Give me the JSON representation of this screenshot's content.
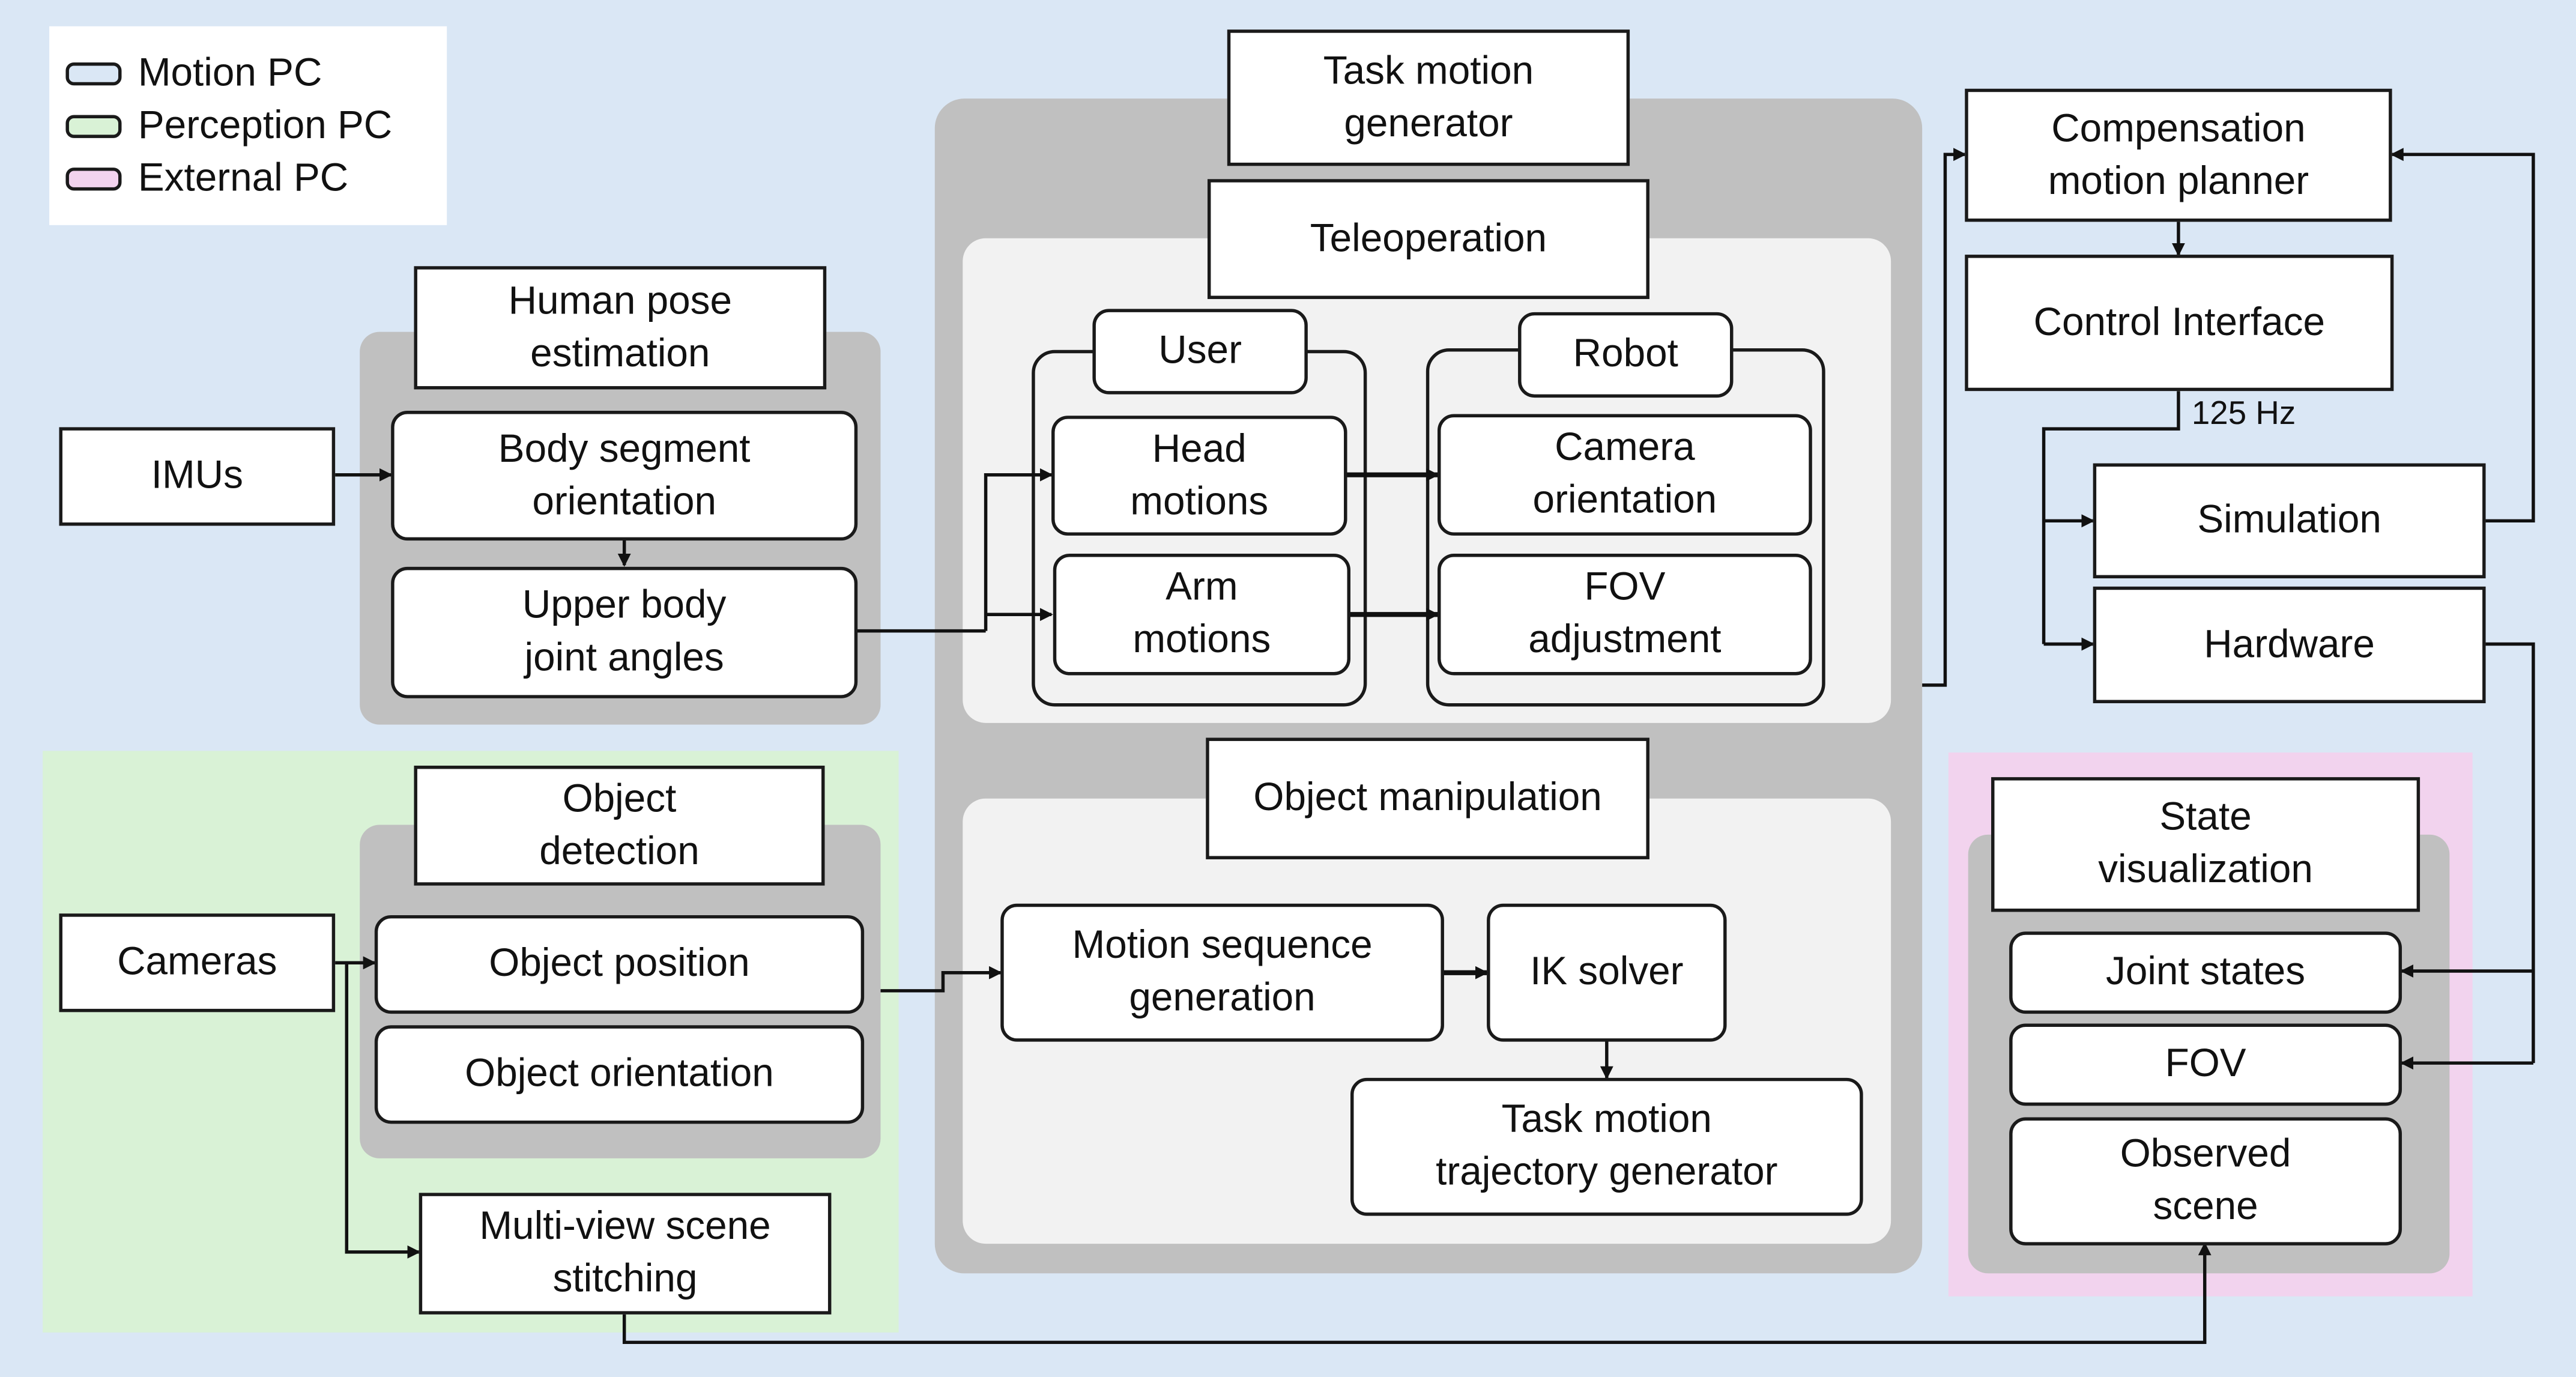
{
  "colors": {
    "motion_pc": "#dae7f5",
    "perception_pc": "#d9f2d6",
    "external_pc": "#f2d3ee",
    "module_panel": "#c0c0c0",
    "sub_panel": "#f2f2f2"
  },
  "legend": [
    {
      "label": "Motion PC",
      "color": "#dae7f5"
    },
    {
      "label": "Perception PC",
      "color": "#d9f2d6"
    },
    {
      "label": "External PC",
      "color": "#f2d3ee"
    }
  ],
  "inputs": {
    "imus": "IMUs",
    "cameras": "Cameras"
  },
  "human_pose": {
    "title": "Human pose\nestimation",
    "body_segment": "Body segment\norientation",
    "joint_angles": "Upper body\njoint angles"
  },
  "object_detection": {
    "title": "Object\ndetection",
    "position": "Object position",
    "orientation": "Object orientation"
  },
  "stitching": "Multi-view scene\nstitching",
  "task_motion": {
    "title": "Task motion\ngenerator",
    "teleop": {
      "title": "Teleoperation",
      "user": "User",
      "robot": "Robot",
      "head": "Head\nmotions",
      "arm": "Arm\nmotions",
      "camera": "Camera\norientation",
      "fov": "FOV\nadjustment"
    },
    "manip": {
      "title": "Object manipulation",
      "sequence": "Motion sequence\ngeneration",
      "ik": "IK solver",
      "trajectory": "Task motion\ntrajectory generator"
    }
  },
  "control": {
    "planner": "Compensation\nmotion planner",
    "interface": "Control Interface",
    "rate": "125 Hz",
    "simulation": "Simulation",
    "hardware": "Hardware"
  },
  "state_vis": {
    "title": "State\nvisualization",
    "joints": "Joint states",
    "fov": "FOV",
    "scene": "Observed\nscene"
  }
}
